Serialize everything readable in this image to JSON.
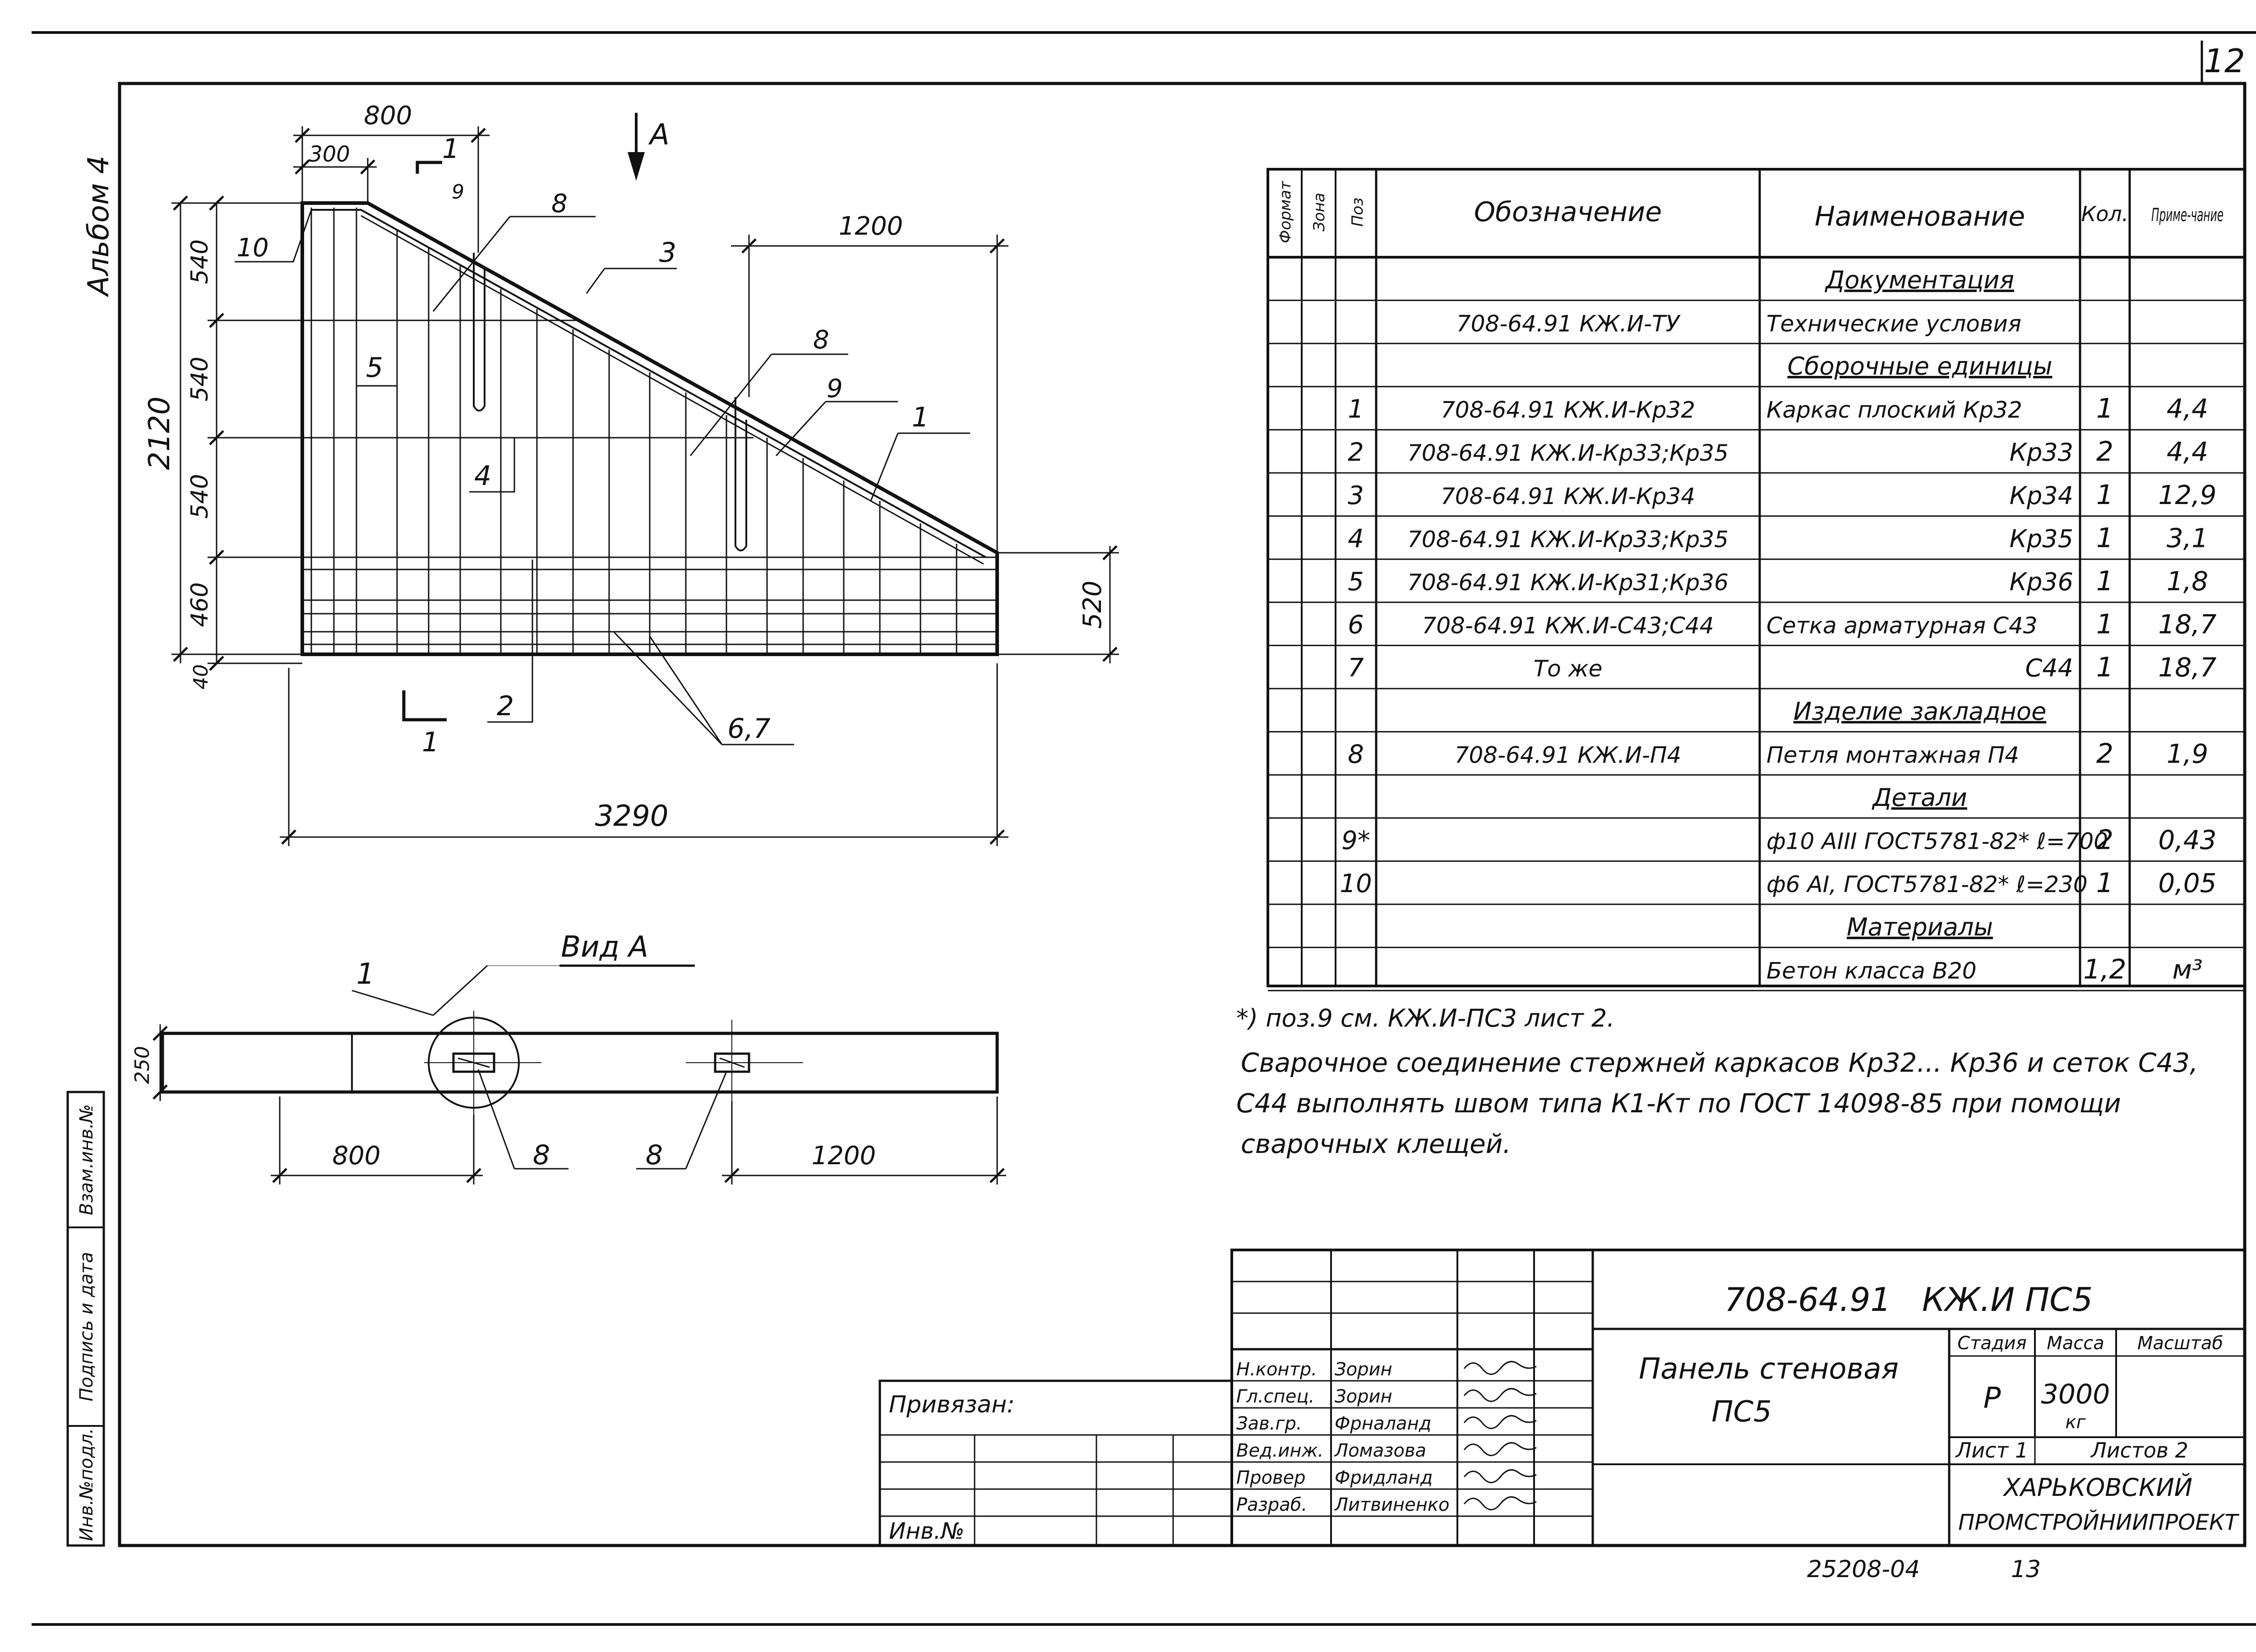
{
  "sheet": {
    "number": "12",
    "album": "Альбом 4",
    "footer_code": "25208-04",
    "footer_page": "13"
  },
  "drawing": {
    "section_marker": "1",
    "view_arrow": "А",
    "dims_horizontal": {
      "top_800": "800",
      "top_300": "300",
      "right_1200": "1200",
      "bottom_3290": "3290"
    },
    "dims_vertical": {
      "total": "2120",
      "d1": "540",
      "d2": "540",
      "d3": "540",
      "d4": "460",
      "d5": "40",
      "right_520": "520",
      "small_9": "9"
    },
    "callouts": {
      "c1": "1",
      "c2": "2",
      "c3": "3",
      "c4": "4",
      "c5": "5",
      "c67": "6,7",
      "c8a": "8",
      "c8b": "8",
      "c9": "9",
      "c10": "10"
    },
    "view_a": {
      "title": "Вид А",
      "height": "250",
      "dim_left": "800",
      "dim_right": "1200",
      "callout_1": "1",
      "callout_8a": "8",
      "callout_8b": "8"
    }
  },
  "spec_table": {
    "headers": {
      "format": "Формат",
      "zone": "Зона",
      "pos": "Поз",
      "designation": "Обозначение",
      "name": "Наименование",
      "qty": "Кол.",
      "note": "Приме-чание"
    },
    "rows": [
      {
        "pos": "",
        "designation": "",
        "name": "Документация",
        "qty": "",
        "note": ""
      },
      {
        "pos": "",
        "designation": "708-64.91 КЖ.И-ТУ",
        "name": "Технические условия",
        "qty": "",
        "note": ""
      },
      {
        "pos": "",
        "designation": "",
        "name": "Сборочные единицы",
        "qty": "",
        "note": ""
      },
      {
        "pos": "1",
        "designation": "708-64.91 КЖ.И-Кр32",
        "name": "Каркас плоский Кр32",
        "qty": "1",
        "note": "4,4"
      },
      {
        "pos": "2",
        "designation": "708-64.91 КЖ.И-Кр33;Кр35",
        "name": "Кр33",
        "qty": "2",
        "note": "4,4"
      },
      {
        "pos": "3",
        "designation": "708-64.91 КЖ.И-Кр34",
        "name": "Кр34",
        "qty": "1",
        "note": "12,9"
      },
      {
        "pos": "4",
        "designation": "708-64.91 КЖ.И-Кр33;Кр35",
        "name": "Кр35",
        "qty": "1",
        "note": "3,1"
      },
      {
        "pos": "5",
        "designation": "708-64.91 КЖ.И-Кр31;Кр36",
        "name": "Кр36",
        "qty": "1",
        "note": "1,8"
      },
      {
        "pos": "6",
        "designation": "708-64.91 КЖ.И-С43;С44",
        "name": "Сетка арматурная С43",
        "qty": "1",
        "note": "18,7"
      },
      {
        "pos": "7",
        "designation": "То же",
        "name": "С44",
        "qty": "1",
        "note": "18,7"
      },
      {
        "pos": "",
        "designation": "",
        "name": "Изделие закладное",
        "qty": "",
        "note": ""
      },
      {
        "pos": "8",
        "designation": "708-64.91 КЖ.И-П4",
        "name": "Петля монтажная П4",
        "qty": "2",
        "note": "1,9"
      },
      {
        "pos": "",
        "designation": "",
        "name": "Детали",
        "qty": "",
        "note": ""
      },
      {
        "pos": "9*",
        "designation": "",
        "name": "ф10 АIII ГОСТ5781-82* ℓ=700",
        "qty": "2",
        "note": "0,43"
      },
      {
        "pos": "10",
        "designation": "",
        "name": "ф6 АI, ГОСТ5781-82* ℓ=230",
        "qty": "1",
        "note": "0,05"
      },
      {
        "pos": "",
        "designation": "",
        "name": "Материалы",
        "qty": "",
        "note": ""
      },
      {
        "pos": "",
        "designation": "",
        "name": "Бетон класса В20",
        "qty": "1,2",
        "note": "м³"
      }
    ]
  },
  "notes": [
    "*) поз.9 см. КЖ.И-ПС3 лист 2.",
    "Сварочное соединение стержней каркасов Кр32... Кр36 и сеток С43,",
    "С44 выполнять швом типа К1-Кт по ГОСТ 14098-85 при помощи",
    "сварочных клещей."
  ],
  "title_block": {
    "code": "708-64.91   КЖ.И ПС5",
    "name_line1": "Панель стеновая",
    "name_line2": "ПС5",
    "stage_label": "Стадия",
    "mass_label": "Масса",
    "scale_label": "Масштаб",
    "stage": "Р",
    "mass": "3000",
    "mass_unit": "кг",
    "sheet": "Лист 1",
    "sheets": "Листов 2",
    "org1": "ХАРЬКОВСКИЙ",
    "org2": "ПРОМСТРОЙНИИПРОЕКТ",
    "privyazan": "Привязан:",
    "inv": "Инв.№",
    "signers": [
      {
        "role": "Н.контр.",
        "name": "Зорин"
      },
      {
        "role": "Гл.спец.",
        "name": "Зорин"
      },
      {
        "role": "Зав.гр.",
        "name": "Фрналанд"
      },
      {
        "role": "Вед.инж.",
        "name": "Ломазова"
      },
      {
        "role": "Провер",
        "name": "Фридланд"
      },
      {
        "role": "Разраб.",
        "name": "Литвиненко"
      }
    ]
  },
  "side_stamp": {
    "f1": "Инв.№подл.",
    "f2": "Подпись и дата",
    "f3": "Взам.инв.№"
  }
}
